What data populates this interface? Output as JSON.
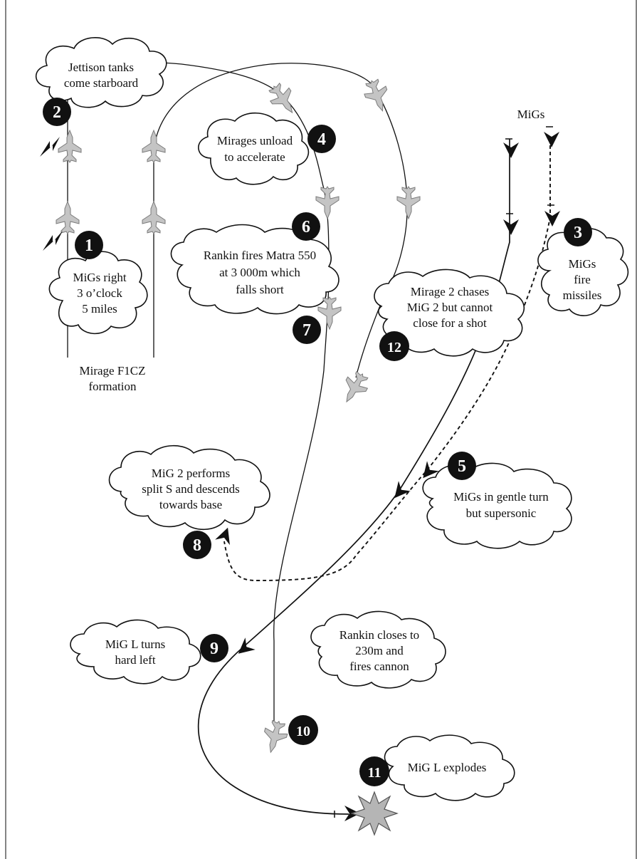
{
  "labels": {
    "jettison": [
      "Jettison tanks",
      "come starboard"
    ],
    "migs_right": [
      "MiGs right",
      "3 o’clock",
      "5 miles"
    ],
    "formation": [
      "Mirage F1CZ",
      "formation"
    ],
    "mirages_unload": [
      "Mirages unload",
      "to accelerate"
    ],
    "rankin_fires": [
      "Rankin fires Matra 550",
      "at 3 000m which",
      "falls short"
    ],
    "mirage2_chases": [
      "Mirage 2 chases",
      "MiG 2 but cannot",
      "close for a shot"
    ],
    "migs_header": "MiGs",
    "migs_fire": [
      "MiGs",
      "fire",
      "missiles"
    ],
    "migs_turn": [
      "MiGs in gentle turn",
      "but supersonic"
    ],
    "mig2_split": [
      "MiG 2 performs",
      "split S and descends",
      "towards base"
    ],
    "migl_turns": [
      "MiG L turns",
      "hard left"
    ],
    "rankin_closes": [
      "Rankin closes to",
      "230m and",
      "fires cannon"
    ],
    "migl_explodes": "MiG L explodes"
  },
  "badges": [
    "1",
    "2",
    "3",
    "4",
    "5",
    "6",
    "7",
    "8",
    "9",
    "10",
    "11",
    "12"
  ],
  "colors": {
    "ink": "#111111",
    "mirage": "#c4c4c4",
    "background": "#ffffff"
  },
  "icons": [
    "mirage-jet-icon",
    "mig-arrow-icon",
    "radar-lightning-icon",
    "explosion-icon"
  ]
}
